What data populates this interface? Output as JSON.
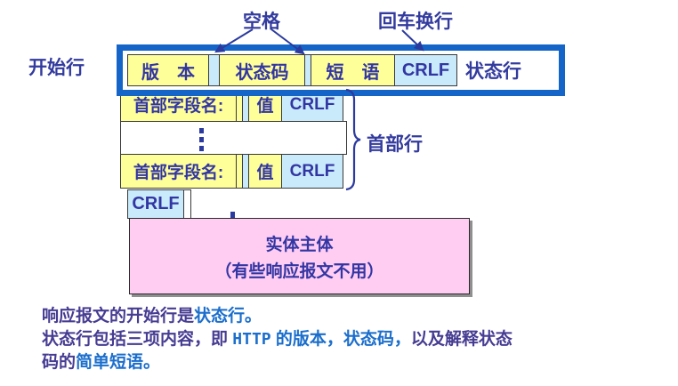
{
  "diagram": {
    "labels": {
      "start_line": "开始行",
      "space": "空格",
      "crlf_note": "回车换行",
      "status_line": "状态行",
      "header_lines": "首部行"
    },
    "status_row": {
      "version": "版　本",
      "status_code": "状态码",
      "phrase": "短　语",
      "crlf": "CRLF"
    },
    "header_row1": {
      "field_name": "首部字段名:",
      "value": "值",
      "crlf": "CRLF"
    },
    "header_row2": {
      "field_name": "首部字段名:",
      "value": "值",
      "crlf": "CRLF"
    },
    "blank_line_crlf": "CRLF",
    "entity_body": {
      "line1": "实体主体",
      "line2": "（有些响应报文不用）"
    }
  },
  "caption": {
    "l1p1": "响应报文的开始行是",
    "l1p2": "状态行。",
    "l2p1": "状态行包括三项内容，即 ",
    "l2p2": "HTTP",
    "l2p3": " 的版本，状态码，",
    "l2p4": "以及解释状态",
    "l3p1": "码的",
    "l3p2": "简单短语。"
  },
  "colors": {
    "frame_blue": "#1565C8",
    "box_yellow": "#FFFF99",
    "box_light_blue": "#C9EAFB",
    "entity_pink": "#FFCCF2",
    "diagram_text": "#31379E",
    "caption_purple": "#463C92",
    "caption_blue": "#1B6ECC"
  }
}
